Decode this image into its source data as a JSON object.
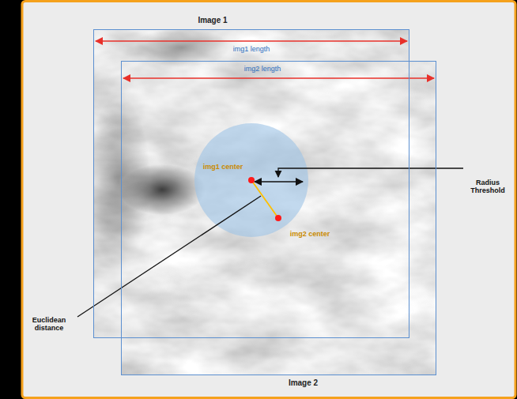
{
  "diagram": {
    "nodes": [
      {
        "text": [
          "Image 1"
        ]
      },
      {
        "text": [
          "Image 2"
        ]
      }
    ],
    "labels": [
      "img1 length",
      "img2 length",
      "img1 center",
      "img2 center",
      "Radius Threshold",
      "Euclidean distance"
    ]
  }
}
